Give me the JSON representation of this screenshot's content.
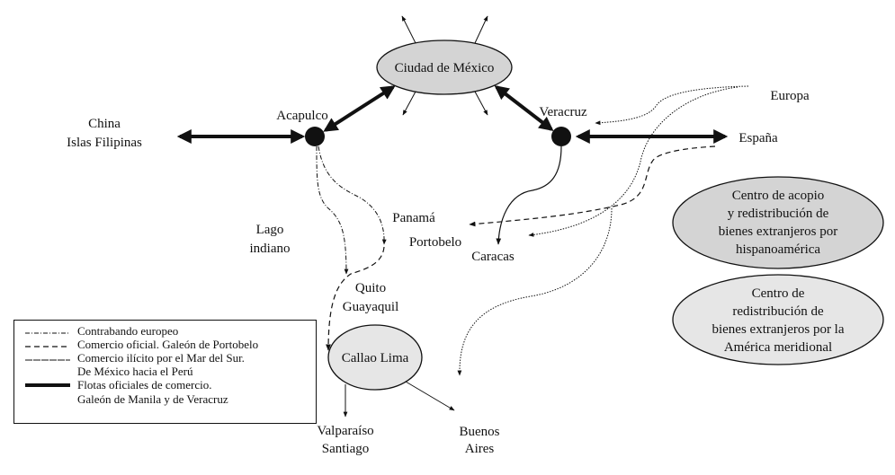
{
  "title": "Rutas de comercio y contrabando en Hispanoamérica",
  "places": {
    "ciudad_mexico": "Ciudad de México",
    "acapulco": "Acapulco",
    "veracruz": "Veracruz",
    "china_line1": "China",
    "china_line2": "Islas Filipinas",
    "europa": "Europa",
    "espana": "España",
    "lago_line1": "Lago",
    "lago_line2": "indiano",
    "panama": "Panamá",
    "portobelo": "Portobelo",
    "caracas": "Caracas",
    "quito": "Quito",
    "guayaquil": "Guayaquil",
    "callao_lima": "Callao Lima",
    "valparaiso": "Valparaíso",
    "santiago": "Santiago",
    "buenos": "Buenos",
    "aires": "Aires"
  },
  "key_ellipses": {
    "hub_primary": [
      "Centro de acopio",
      "y redistribución de",
      "bienes extranjeros por",
      "hispanoamérica"
    ],
    "hub_secondary": [
      "Centro de",
      "redistribución de",
      "bienes extranjeros por la",
      "América meridional"
    ]
  },
  "legend": {
    "items": [
      {
        "style": "dash-dot",
        "label": "Contrabando europeo"
      },
      {
        "style": "dashed",
        "label": "Comercio oficial. Galeón de Portobelo"
      },
      {
        "style": "long-dash",
        "label": "Comercio ilícito por el Mar del Sur."
      },
      {
        "style": "none",
        "label": "De México hacia el Perú"
      },
      {
        "style": "thick",
        "label": "Flotas oficiales de comercio."
      },
      {
        "style": "none",
        "label": "Galeón de Manila y de Veracruz"
      }
    ]
  },
  "colors": {
    "hub_primary_fill": "#d4d4d4",
    "hub_secondary_fill": "#e6e6e6",
    "ink": "#111111"
  }
}
